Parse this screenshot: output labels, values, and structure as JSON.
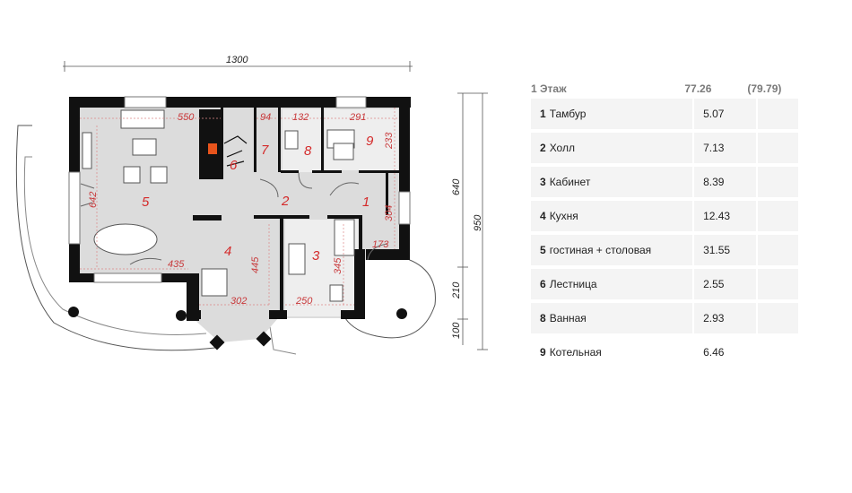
{
  "plan": {
    "overall_width": "1300",
    "overall_height": "950",
    "side_dims": [
      "640",
      "210",
      "100"
    ],
    "rooms": [
      {
        "id": "1",
        "label": "1"
      },
      {
        "id": "2",
        "label": "2"
      },
      {
        "id": "3",
        "label": "3"
      },
      {
        "id": "4",
        "label": "4"
      },
      {
        "id": "5",
        "label": "5"
      },
      {
        "id": "6",
        "label": "6"
      },
      {
        "id": "7",
        "label": "7"
      },
      {
        "id": "8",
        "label": "8"
      },
      {
        "id": "9",
        "label": "9"
      }
    ],
    "dims": [
      "550",
      "94",
      "132",
      "291",
      "233",
      "642",
      "304",
      "173",
      "435",
      "445",
      "302",
      "345",
      "250"
    ]
  },
  "legend": {
    "title": "1 Этаж",
    "total": "77.26",
    "total_alt": "(79.79)",
    "rows": [
      {
        "num": "1",
        "name": "Тамбур",
        "area": "5.07"
      },
      {
        "num": "2",
        "name": "Холл",
        "area": "7.13"
      },
      {
        "num": "3",
        "name": "Кабинет",
        "area": "8.39"
      },
      {
        "num": "4",
        "name": "Кухня",
        "area": "12.43"
      },
      {
        "num": "5",
        "name": "гостиная + столовая",
        "area": "31.55"
      },
      {
        "num": "6",
        "name": "Лестница",
        "area": "2.55"
      },
      {
        "num": "8",
        "name": "Ванная",
        "area": "2.93"
      },
      {
        "num": "9",
        "name": "Котельная",
        "area": "6.46"
      }
    ]
  },
  "colors": {
    "wall": "#111111",
    "floor": "#dcdcdc",
    "label": "#d42a2a",
    "dim": "#c8383a",
    "grid_row": "#f4f4f4"
  }
}
